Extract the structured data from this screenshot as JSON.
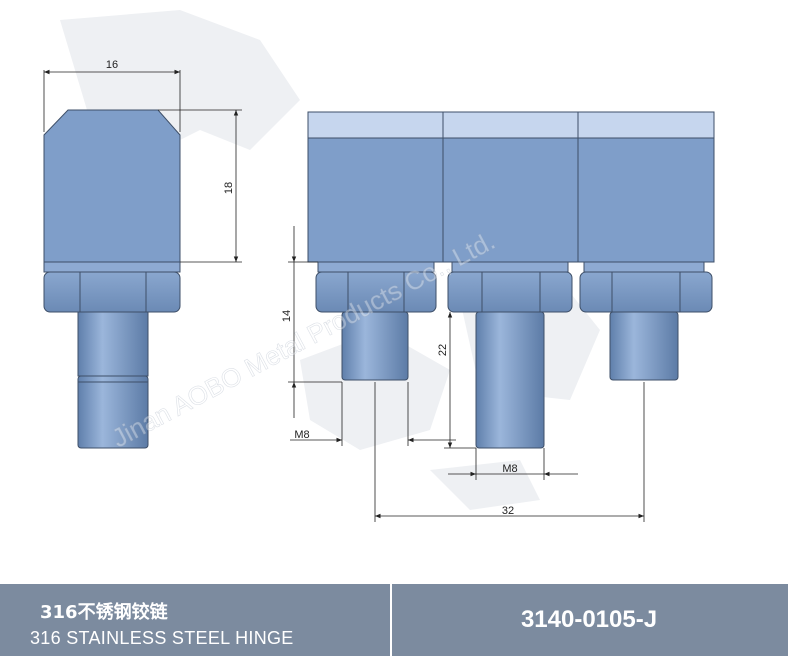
{
  "drawing": {
    "dims": {
      "width_16": "16",
      "height_18": "18",
      "height_14": "14",
      "height_22": "22",
      "thread_left": "M8",
      "thread_right": "M8",
      "spacing_32": "32"
    },
    "watermark": "Jinan AOBO Metal Products Co., Ltd."
  },
  "footer": {
    "title_cn": "316不锈钢铰链",
    "title_en": "316 STAINLESS STEEL HINGE",
    "product_code": "3140-0105-J"
  },
  "colors": {
    "part_fill": "#7f9ec9",
    "part_light": "#c6d6ee",
    "outline": "#3e4f68",
    "dim_line": "#222222",
    "footer_bg": "#7c8b9f"
  }
}
